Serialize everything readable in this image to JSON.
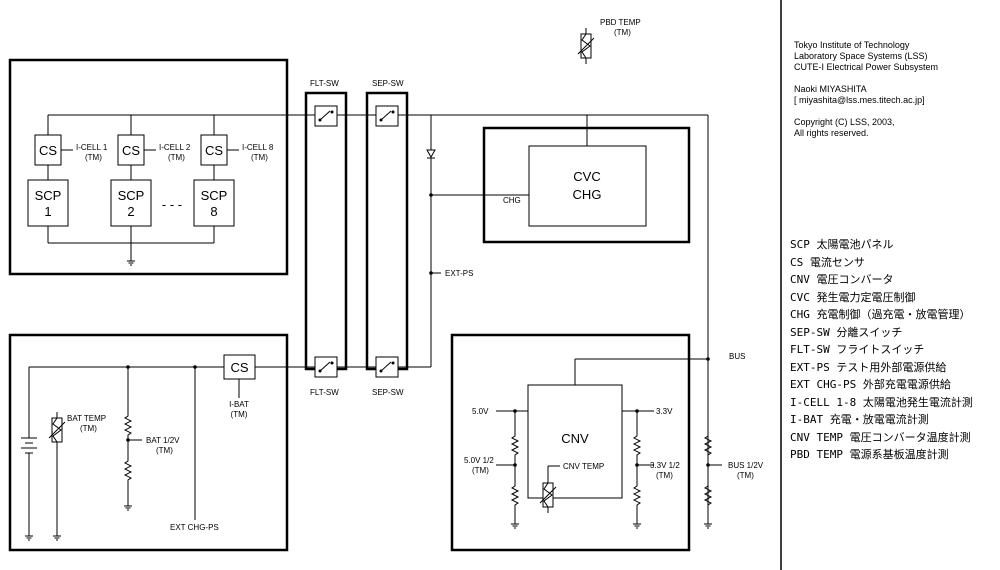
{
  "labels": {
    "flt_sw_top": "FLT-SW",
    "sep_sw_top": "SEP-SW",
    "flt_sw_bottom": "FLT-SW",
    "sep_sw_bottom": "SEP-SW",
    "pbd_temp_1": "PBD TEMP",
    "pbd_temp_2": "(TM)",
    "cs": "CS",
    "scp": "SCP",
    "scp_n1": "1",
    "scp_n2": "2",
    "scp_n8": "8",
    "ellipsis": "- - -",
    "icell1": "I-CELL 1",
    "icell2": "I-CELL 2",
    "icell8": "I-CELL 8",
    "tm": "(TM)",
    "cvc": "CVC",
    "chg": "CHG",
    "chg_small": "CHG",
    "ext_ps": "EXT-PS",
    "bus": "BUS",
    "bat_temp": "BAT TEMP",
    "bat_half": "BAT 1/2V",
    "i_bat": "I-BAT",
    "ext_chg_ps": "EXT CHG-PS",
    "cnv": "CNV",
    "v50": "5.0V",
    "v33": "3.3V",
    "v50_half": "5.0V 1/2",
    "v33_half": "3.3V 1/2",
    "cnv_temp": "CNV TEMP",
    "bus_half": "BUS 1/2V"
  },
  "info": {
    "line1": "Tokyo Institute of Technology",
    "line2": "Laboratory Space Systems (LSS)",
    "line3": "CUTE-I Electrical Power Subsystem",
    "line4": "Naoki MIYASHITA",
    "line5": "[ miyashita@lss.mes.titech.ac.jp]",
    "line6": "Copyright (C) LSS, 2003,",
    "line7": "All rights reserved."
  },
  "legend": [
    "SCP  太陽電池パネル",
    "CS   電流センサ",
    "CNV  電圧コンバータ",
    "CVC  発生電力定電圧制御",
    "CHG  充電制御（過充電・放電管理）",
    "SEP-SW 分離スイッチ",
    "FLT-SW フライトスイッチ",
    "EXT-PS テスト用外部電源供給",
    "EXT CHG-PS 外部充電電源供給",
    "I-CELL 1-8 太陽電池発生電流計測",
    "I-BAT 充電・放電電流計測",
    "CNV TEMP 電圧コンバータ温度計測",
    "PBD TEMP 電源系基板温度計測"
  ]
}
